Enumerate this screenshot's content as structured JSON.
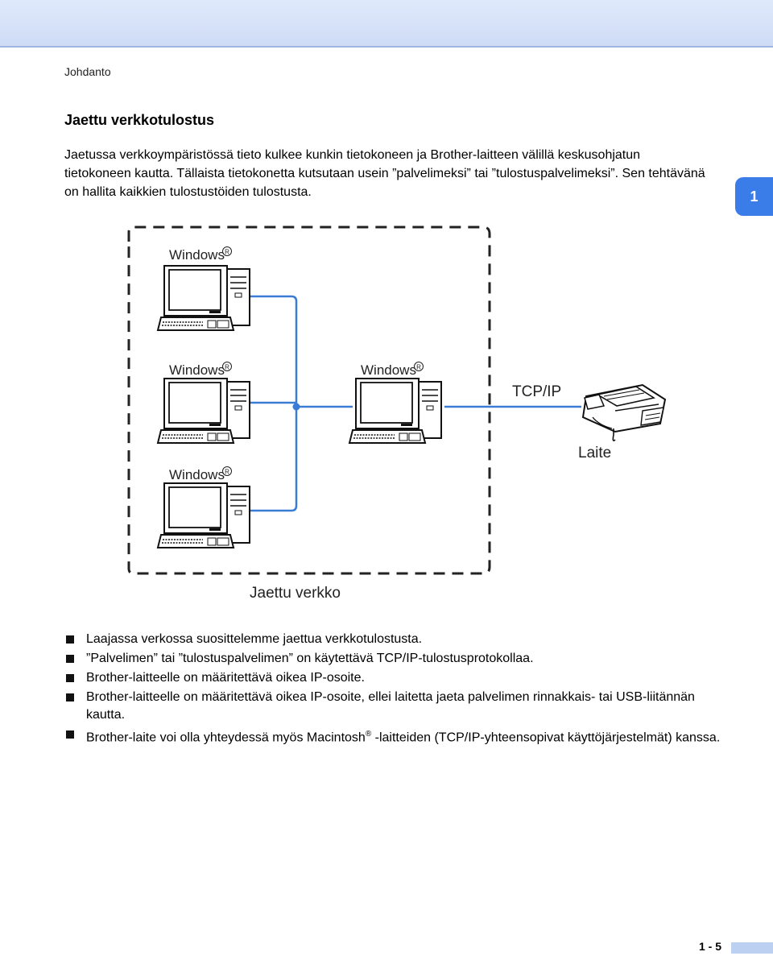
{
  "header": {
    "section": "Johdanto"
  },
  "chapter_tab": "1",
  "section_title": "Jaettu verkkotulostus",
  "intro_text": "Jaetussa verkkoympäristössä tieto kulkee kunkin tietokoneen ja Brother-laitteen välillä keskusohjatun tietokoneen kautta. Tällaista tietokonetta kutsutaan usein ”palvelimeksi” tai ”tulostuspalvelimeksi”. Sen tehtävänä on hallita kaikkien tulostustöiden tulostusta.",
  "diagram": {
    "pc_labels": [
      "Windows",
      "Windows",
      "Windows",
      "Windows"
    ],
    "registered_mark": "R",
    "protocol_label": "TCP/IP",
    "device_label": "Laite",
    "network_label": "Jaettu verkko",
    "colors": {
      "network_line": "#3a7bd5",
      "boundary": "#222222"
    }
  },
  "bullets": [
    {
      "text": "Laajassa verkossa suosittelemme jaettua verkkotulostusta."
    },
    {
      "text": "”Palvelimen” tai ”tulostuspalvelimen” on käytettävä TCP/IP-tulostusprotokollaa."
    },
    {
      "text": "Brother-laitteelle on määritettävä oikea IP-osoite."
    },
    {
      "text": "Brother-laitteelle on määritettävä oikea IP-osoite, ellei laitetta jaeta palvelimen rinnakkais- tai USB-liitännän kautta."
    },
    {
      "text_before": "Brother-laite voi olla yhteydessä myös Macintosh",
      "sup": "®",
      "text_after": " -laitteiden (TCP/IP-yhteensopivat käyttöjärjestelmät) kanssa."
    }
  ],
  "footer": {
    "page_number": "1 - 5"
  }
}
